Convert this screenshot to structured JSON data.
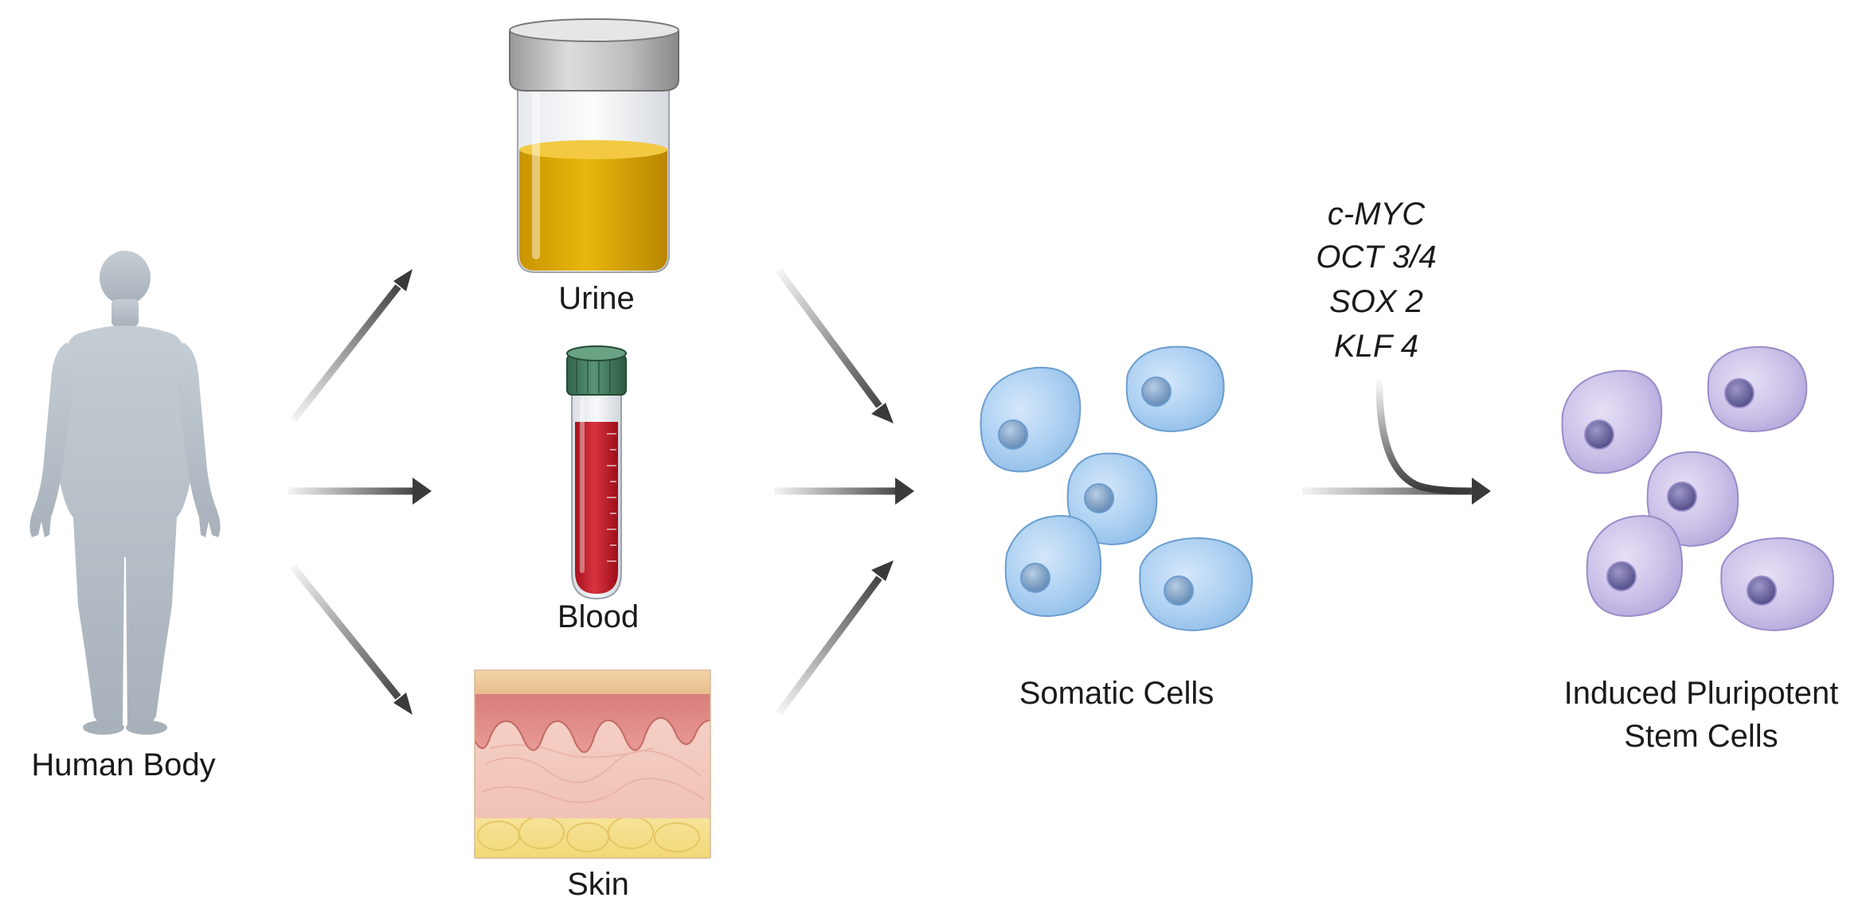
{
  "labels": {
    "human_body": "Human Body",
    "urine": "Urine",
    "blood": "Blood",
    "skin": "Skin",
    "somatic_cells": "Somatic Cells",
    "ipsc_line1": "Induced Pluripotent",
    "ipsc_line2": "Stem Cells"
  },
  "factors": [
    "c-MYC",
    "OCT 3/4",
    "SOX 2",
    "KLF 4"
  ],
  "colors": {
    "arrow": "#3a3a3a",
    "body": "#b7c0c8",
    "urine": "#d9a400",
    "blood": "#c4202c",
    "tube_cap": "#3f7a5c",
    "somatic_cell": "#a9cdf0",
    "somatic_nucleus": "#6a8fb8",
    "ipsc_cell": "#c7bde6",
    "ipsc_nucleus": "#5e5a95"
  }
}
